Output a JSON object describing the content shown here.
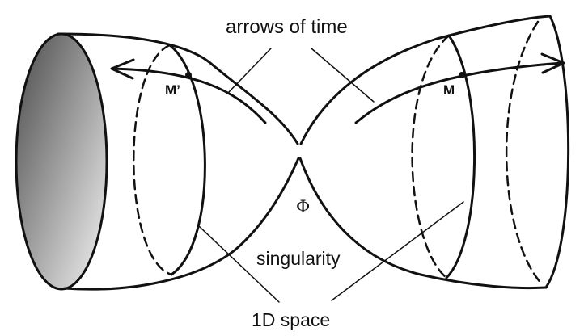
{
  "labels": {
    "arrows_of_time": "arrows of time",
    "singularity": "singularity",
    "space": "1D space",
    "m_prime": "M’",
    "m": "M",
    "phi": "Φ"
  },
  "colors": {
    "stroke": "#111111",
    "shade_dark": "#4a4a4a",
    "shade_light": "#f4f4f4",
    "background": "#ffffff"
  }
}
